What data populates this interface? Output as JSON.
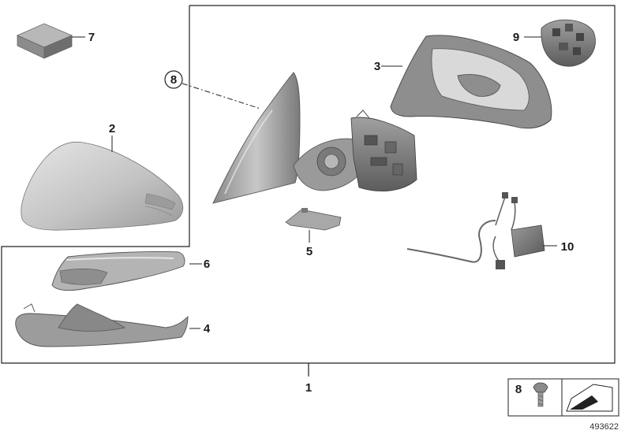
{
  "diagram": {
    "callouts": {
      "p1": "1",
      "p2": "2",
      "p3": "3",
      "p4": "4",
      "p5": "5",
      "p6": "6",
      "p7": "7",
      "p8_circled": "8",
      "p9": "9",
      "p10": "10",
      "legend_8": "8"
    },
    "diagram_id": "493622"
  }
}
